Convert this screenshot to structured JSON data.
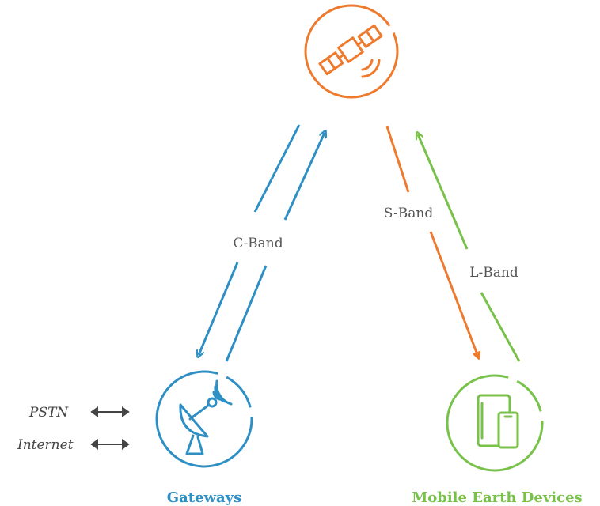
{
  "colors": {
    "satellite": "#ee7a2e",
    "gateway": "#2e8fc4",
    "devices": "#79c24a",
    "text": "#555555",
    "arrow_gray": "#444444"
  },
  "nodes": {
    "satellite": {
      "icon": "satellite-icon"
    },
    "gateway": {
      "icon": "satellite-dish-icon",
      "label": "Gateways"
    },
    "devices": {
      "icon": "mobile-devices-icon",
      "label": "Mobile Earth Devices"
    }
  },
  "links": {
    "c_band": "C-Band",
    "s_band": "S-Band",
    "l_band": "L-Band"
  },
  "external": {
    "pstn": "PSTN",
    "internet": "Internet"
  }
}
